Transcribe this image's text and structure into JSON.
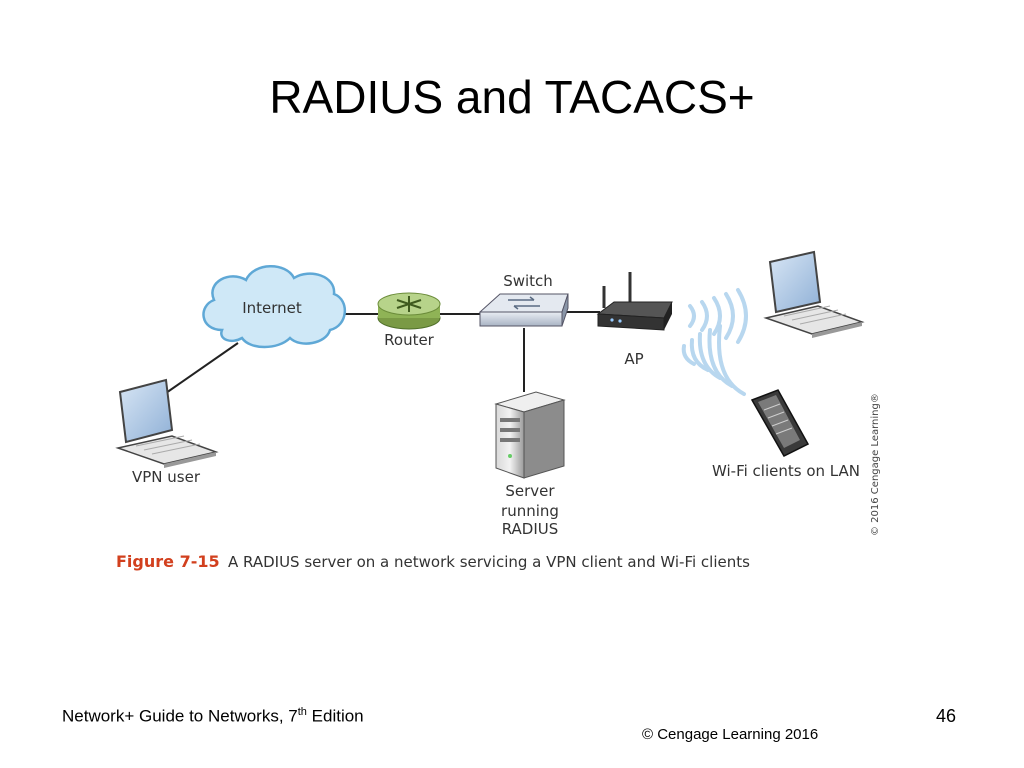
{
  "slide": {
    "title": "RADIUS and TACACS+",
    "footer_book": "Network+ Guide to Networks, 7",
    "footer_sup": "th",
    "footer_edition": " Edition",
    "page_number": "46",
    "copyright": "© Cengage Learning  2016"
  },
  "diagram": {
    "nodes": {
      "internet": "Internet",
      "router": "Router",
      "switch": "Switch",
      "ap": "AP",
      "vpn_user": "VPN user",
      "server_line1": "Server",
      "server_line2": "running",
      "server_line3": "RADIUS",
      "wifi_clients": "Wi-Fi clients on LAN"
    },
    "caption_number": "Figure 7-15",
    "caption_text": "A RADIUS server on a network servicing a VPN client and Wi-Fi clients",
    "vertical_copyright": "© 2016 Cengage Learning®"
  }
}
